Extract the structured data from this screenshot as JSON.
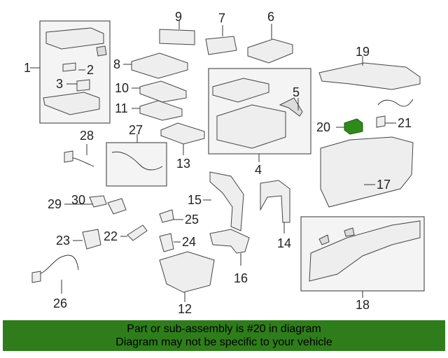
{
  "callouts": [
    "1",
    "2",
    "3",
    "4",
    "5",
    "6",
    "7",
    "8",
    "9",
    "10",
    "11",
    "12",
    "13",
    "14",
    "15",
    "16",
    "17",
    "18",
    "19",
    "20",
    "21",
    "22",
    "23",
    "24",
    "25",
    "26",
    "27",
    "28",
    "29",
    "30"
  ],
  "highlight": {
    "part": "20",
    "color": "#2e8b1a"
  },
  "footer": {
    "line1": "Part or sub-assembly is #20 in diagram",
    "line2": "Diagram may not be specific to your vehicle",
    "background": "#2e7d1a"
  }
}
